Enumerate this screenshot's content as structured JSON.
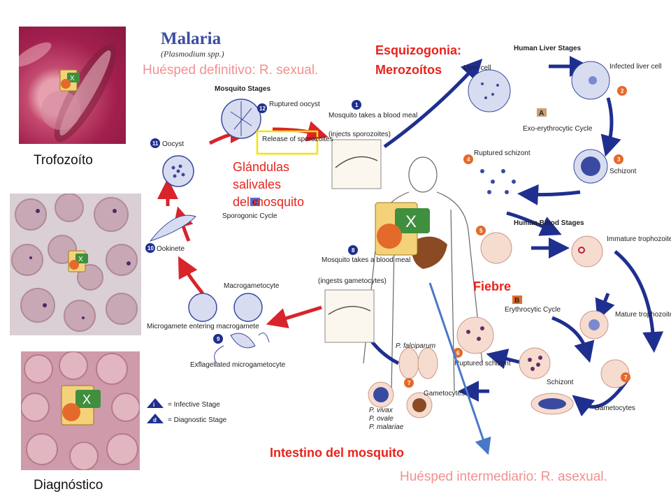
{
  "left_panels": {
    "trophozoite_caption": "Trofozoíto",
    "diagnosis_caption": "Diagnóstico"
  },
  "header": {
    "title": "Malaria",
    "subtitle": "(Plasmodium spp.)"
  },
  "annotations": {
    "definitive_host": "Huésped definitivo: R. sexual.",
    "schizogony": "Esquizogonia:",
    "merozoites": "Merozoítos",
    "glands_line1": "Glándulas",
    "glands_line2": "salivales",
    "glands_line3": "del mosquito",
    "fever": "Fiebre",
    "gut": "Intestino del mosquito",
    "intermediate_host": "Huésped intermediario: R. asexual."
  },
  "diagram": {
    "mosquito_stages": "Mosquito Stages",
    "human_liver_stages": "Human Liver Stages",
    "human_blood_stages": "Human Blood Stages",
    "sporogonic_cycle": "Sporogonic Cycle",
    "exo_cycle": "Exo-erythrocytic Cycle",
    "erythrocytic_cycle": "Erythrocytic Cycle",
    "ruptured_oocyst": "Ruptured oocyst",
    "release_sporozoites": "Release of sporozoites",
    "oocyst": "Oocyst",
    "ookinete": "Ookinete",
    "macrogametocyte": "Macrogametocyte",
    "microgamete_entering": "Microgamete entering macrogamete",
    "exflagellated": "Exflagellated microgametocyte",
    "mosquito_takes_meal_1": "Mosquito takes a blood meal",
    "injects_sporozoites": "(injects sporozoites)",
    "mosquito_takes_meal_8": "Mosquito takes a blood meal",
    "ingests_gametocytes": "(ingests gametocytes)",
    "liver_cell": "Liver cell",
    "infected_liver_cell": "Infected liver cell",
    "schizont": "Schizont",
    "ruptured_schizont": "Ruptured schizont",
    "immature_trophozoite": "Immature trophozoite (ring stage)",
    "mature_trophozoite": "Mature trophozoite",
    "schizont_blood": "Schizont",
    "ruptured_schizont_blood": "Ruptured schizont",
    "gametocytes_a": "Gametocytes",
    "gametocytes_b": "Gametocytes",
    "p_falciparum": "P. falciparum",
    "p_vivax": "P. vivax",
    "p_ovale": "P. ovale",
    "p_malariae": "P. malariae",
    "legend_infective": "= Infective Stage",
    "legend_diagnostic": "= Diagnostic Stage",
    "stage_A": "A",
    "stage_B": "B",
    "stage_C": "C"
  },
  "colors": {
    "annotation_red": "#e8231c",
    "annotation_pink": "#f29090",
    "cycle_blue": "#1f2f8f",
    "cycle_red": "#d8242a",
    "overlay_arrow": "#4a78c8"
  }
}
